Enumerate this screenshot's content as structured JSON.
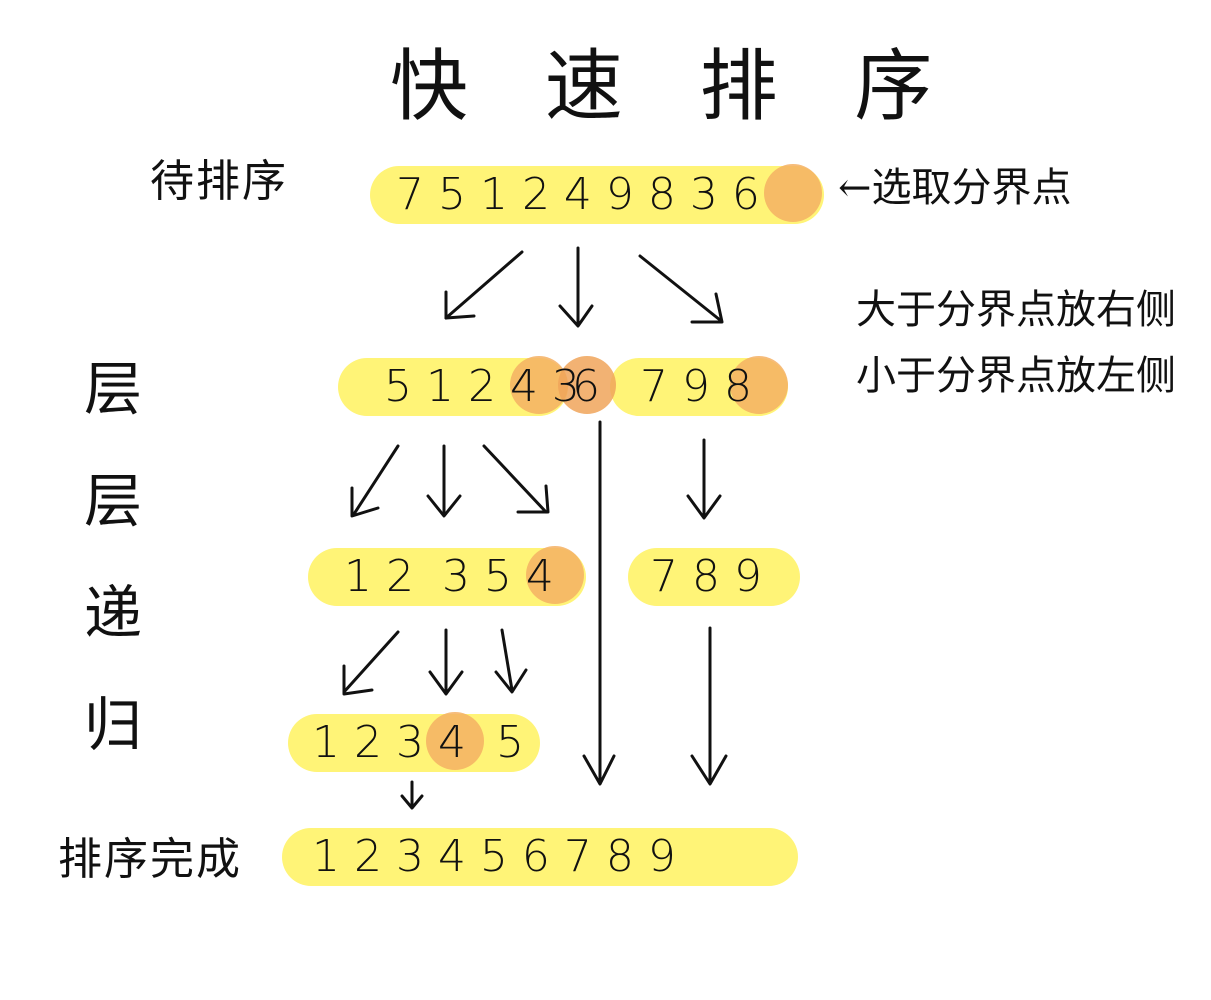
{
  "title": "快 速 排 序",
  "labels": {
    "unsorted": "待排序",
    "choose_pivot": "←选取分界点",
    "rule_right": "大于分界点放右侧",
    "rule_left": "小于分界点放左侧",
    "vertical": [
      "层",
      "层",
      "递",
      "归"
    ],
    "done": "排序完成"
  },
  "rows": {
    "r0": {
      "digits": "7 5 1 2 4 9 8 3 6"
    },
    "r1a": {
      "digits": "5 1 2 4 3"
    },
    "r1b": {
      "digits": "6"
    },
    "r1c": {
      "digits": "7 9 8"
    },
    "r2a": {
      "digits": "1 2  3 5 4"
    },
    "r2b": {
      "digits": "7 8 9"
    },
    "r3a": {
      "digits": "1 2 3"
    },
    "r3b": {
      "digits": "4"
    },
    "r3c": {
      "digits": "5"
    },
    "r4": {
      "digits": "1 2 3 4 5 6 7 8 9"
    }
  },
  "colors": {
    "highlight": "#fff36b",
    "pivot": "#f4b063",
    "ink": "#111111"
  }
}
